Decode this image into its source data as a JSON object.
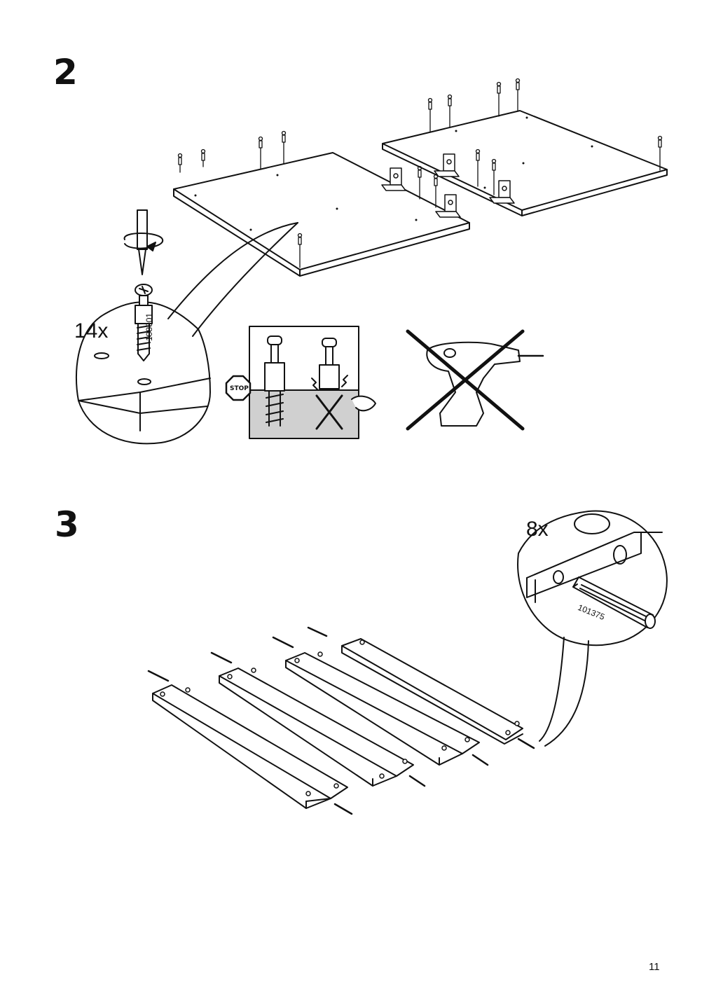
{
  "page": {
    "number": "11"
  },
  "step2": {
    "number": "2",
    "callout_quantity": "14x",
    "part_number": "108001",
    "warning_sign": "STOP",
    "icons": [
      "screwdriver-rotation-icon",
      "cam-lock-screw-icon",
      "stop-overtighten-icon",
      "no-power-drill-icon"
    ]
  },
  "step3": {
    "number": "3",
    "callout_quantity": "8x",
    "part_number": "101375",
    "icons": [
      "wooden-dowel-icon"
    ]
  },
  "colors": {
    "line": "#111111",
    "panel_fill": "#ffffff",
    "warning_bg": "#d0d0d0"
  }
}
